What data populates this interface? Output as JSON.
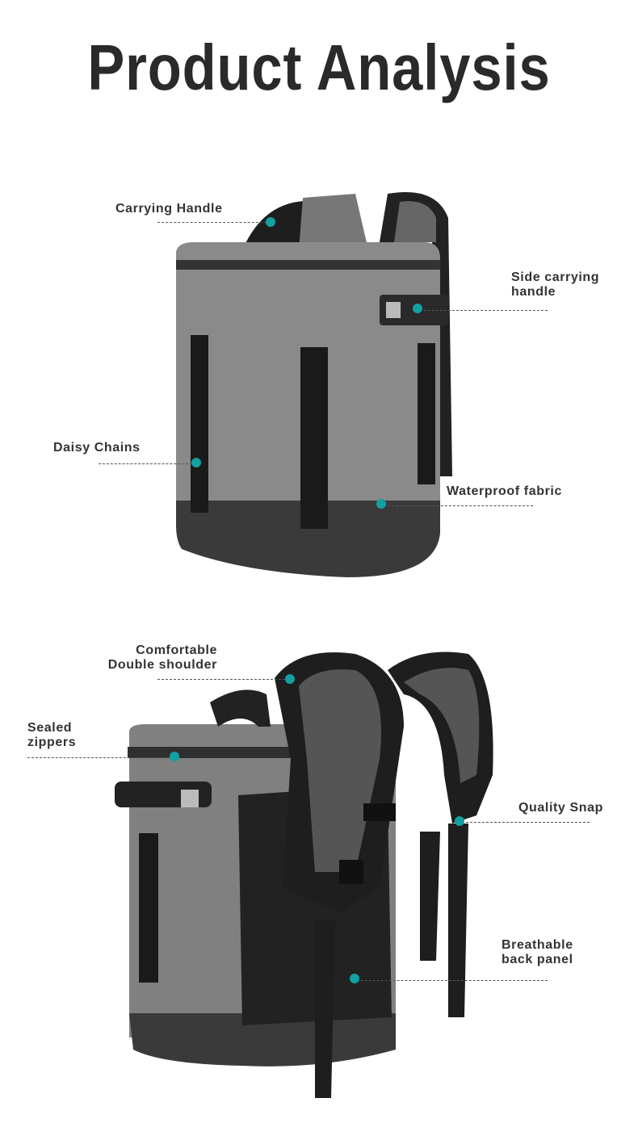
{
  "title": "Product Analysis",
  "accent_color": "#13a0a0",
  "callouts": {
    "carrying_handle": "Carrying Handle",
    "side_handle_1": "Side carrying",
    "side_handle_2": "handle",
    "daisy_chains": "Daisy Chains",
    "waterproof": "Waterproof fabric",
    "shoulder_1": "Comfortable",
    "shoulder_2": "Double shoulder",
    "zippers_1": "Sealed",
    "zippers_2": "zippers",
    "snap": "Quality Snap",
    "back_1": "Breathable",
    "back_2": "back panel"
  }
}
